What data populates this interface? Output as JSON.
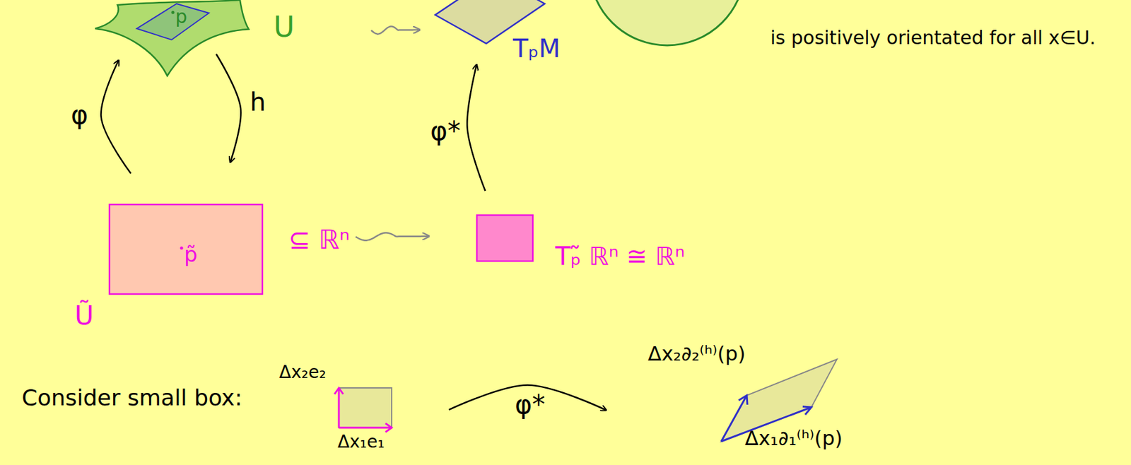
{
  "diagram": {
    "nodes": [
      {
        "text": [
          "U"
        ]
      },
      {
        "text": [
          "p"
        ],
        "in": 0
      },
      {
        "text": [
          "TₚM"
        ]
      },
      {
        "text": [
          "p̃",
          "⊆ ℝⁿ",
          "Ũ"
        ]
      },
      {
        "text": [
          "Tₚ̃ ℝⁿ ≅ ℝⁿ"
        ]
      },
      {
        "text": [
          "Δx₂e₂",
          "Δx₁e₁"
        ]
      },
      {
        "text": [
          "Δx₂∂₂⁽ʰ⁾(p)",
          "Δx₁∂₁⁽ʰ⁾(p)"
        ]
      }
    ],
    "edges": [
      {
        "from": 3,
        "to": 0,
        "label": "φ",
        "arrow": "to"
      },
      {
        "from": 0,
        "to": 3,
        "label": "h",
        "arrow": "to"
      },
      {
        "from": 0,
        "to": 2,
        "arrow": "to"
      },
      {
        "from": 3,
        "to": 4,
        "arrow": "to"
      },
      {
        "from": 4,
        "to": 2,
        "label": "φ*",
        "arrow": "to"
      },
      {
        "from": 5,
        "to": 6,
        "label": "φ*",
        "arrow": "to"
      }
    ],
    "labels": [
      "is positively orientated for all x∈U.",
      "Consider small box:"
    ]
  }
}
